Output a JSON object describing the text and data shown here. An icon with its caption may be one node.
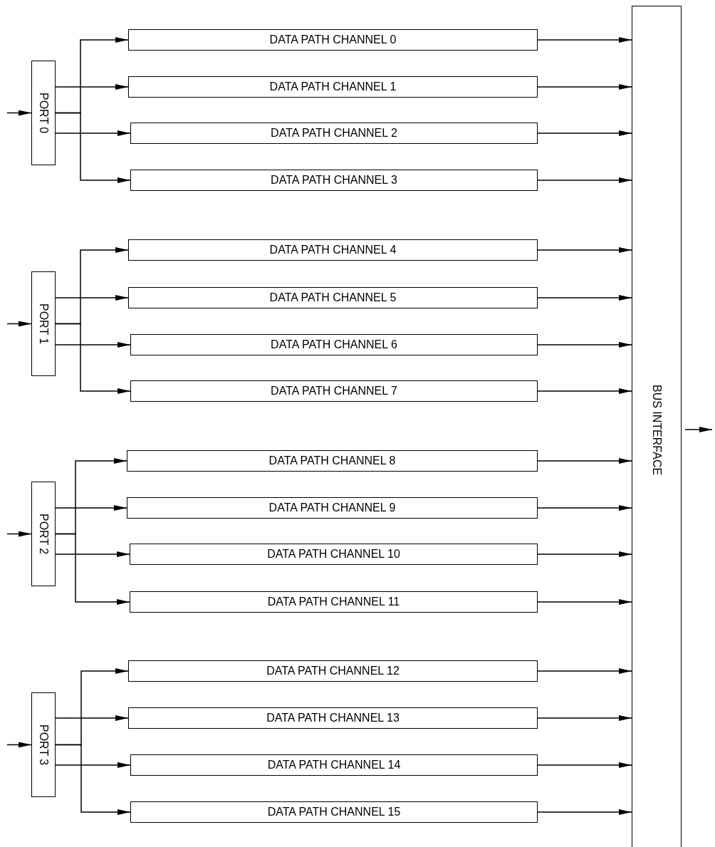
{
  "diagram": {
    "nodes": [
      {
        "text": [
          "PORT 0"
        ]
      },
      {
        "text": [
          "PORT 1"
        ]
      },
      {
        "text": [
          "PORT 2"
        ]
      },
      {
        "text": [
          "PORT 3"
        ]
      },
      {
        "text": [
          "DATA PATH CHANNEL 0"
        ]
      },
      {
        "text": [
          "DATA PATH CHANNEL 1"
        ]
      },
      {
        "text": [
          "DATA PATH CHANNEL 2"
        ]
      },
      {
        "text": [
          "DATA PATH CHANNEL 3"
        ]
      },
      {
        "text": [
          "DATA PATH CHANNEL 4"
        ]
      },
      {
        "text": [
          "DATA PATH CHANNEL 5"
        ]
      },
      {
        "text": [
          "DATA PATH CHANNEL 6"
        ]
      },
      {
        "text": [
          "DATA PATH CHANNEL 7"
        ]
      },
      {
        "text": [
          "DATA PATH CHANNEL 8"
        ]
      },
      {
        "text": [
          "DATA PATH CHANNEL 9"
        ]
      },
      {
        "text": [
          "DATA PATH CHANNEL 10"
        ]
      },
      {
        "text": [
          "DATA PATH CHANNEL 11"
        ]
      },
      {
        "text": [
          "DATA PATH CHANNEL 12"
        ]
      },
      {
        "text": [
          "DATA PATH CHANNEL 13"
        ]
      },
      {
        "text": [
          "DATA PATH CHANNEL 14"
        ]
      },
      {
        "text": [
          "DATA PATH CHANNEL 15"
        ]
      },
      {
        "text": [
          "BUS INTERFACE"
        ]
      }
    ],
    "edges": [
      {
        "from": null,
        "to": 0,
        "arrow": "to"
      },
      {
        "from": null,
        "to": 1,
        "arrow": "to"
      },
      {
        "from": null,
        "to": 2,
        "arrow": "to"
      },
      {
        "from": null,
        "to": 3,
        "arrow": "to"
      },
      {
        "from": 0,
        "to": 4,
        "arrow": "to"
      },
      {
        "from": 0,
        "to": 5,
        "arrow": "to"
      },
      {
        "from": 0,
        "to": 6,
        "arrow": "to"
      },
      {
        "from": 0,
        "to": 7,
        "arrow": "to"
      },
      {
        "from": 1,
        "to": 8,
        "arrow": "to"
      },
      {
        "from": 1,
        "to": 9,
        "arrow": "to"
      },
      {
        "from": 1,
        "to": 10,
        "arrow": "to"
      },
      {
        "from": 1,
        "to": 11,
        "arrow": "to"
      },
      {
        "from": 2,
        "to": 12,
        "arrow": "to"
      },
      {
        "from": 2,
        "to": 13,
        "arrow": "to"
      },
      {
        "from": 2,
        "to": 14,
        "arrow": "to"
      },
      {
        "from": 2,
        "to": 15,
        "arrow": "to"
      },
      {
        "from": 3,
        "to": 16,
        "arrow": "to"
      },
      {
        "from": 3,
        "to": 17,
        "arrow": "to"
      },
      {
        "from": 3,
        "to": 18,
        "arrow": "to"
      },
      {
        "from": 3,
        "to": 19,
        "arrow": "to"
      },
      {
        "from": 4,
        "to": 20,
        "arrow": "to"
      },
      {
        "from": 5,
        "to": 20,
        "arrow": "to"
      },
      {
        "from": 6,
        "to": 20,
        "arrow": "to"
      },
      {
        "from": 7,
        "to": 20,
        "arrow": "to"
      },
      {
        "from": 8,
        "to": 20,
        "arrow": "to"
      },
      {
        "from": 9,
        "to": 20,
        "arrow": "to"
      },
      {
        "from": 10,
        "to": 20,
        "arrow": "to"
      },
      {
        "from": 11,
        "to": 20,
        "arrow": "to"
      },
      {
        "from": 12,
        "to": 20,
        "arrow": "to"
      },
      {
        "from": 13,
        "to": 20,
        "arrow": "to"
      },
      {
        "from": 14,
        "to": 20,
        "arrow": "to"
      },
      {
        "from": 15,
        "to": 20,
        "arrow": "to"
      },
      {
        "from": 16,
        "to": 20,
        "arrow": "to"
      },
      {
        "from": 17,
        "to": 20,
        "arrow": "to"
      },
      {
        "from": 18,
        "to": 20,
        "arrow": "to"
      },
      {
        "from": 19,
        "to": 20,
        "arrow": "to"
      },
      {
        "from": 20,
        "to": null,
        "arrow": "to"
      }
    ]
  }
}
